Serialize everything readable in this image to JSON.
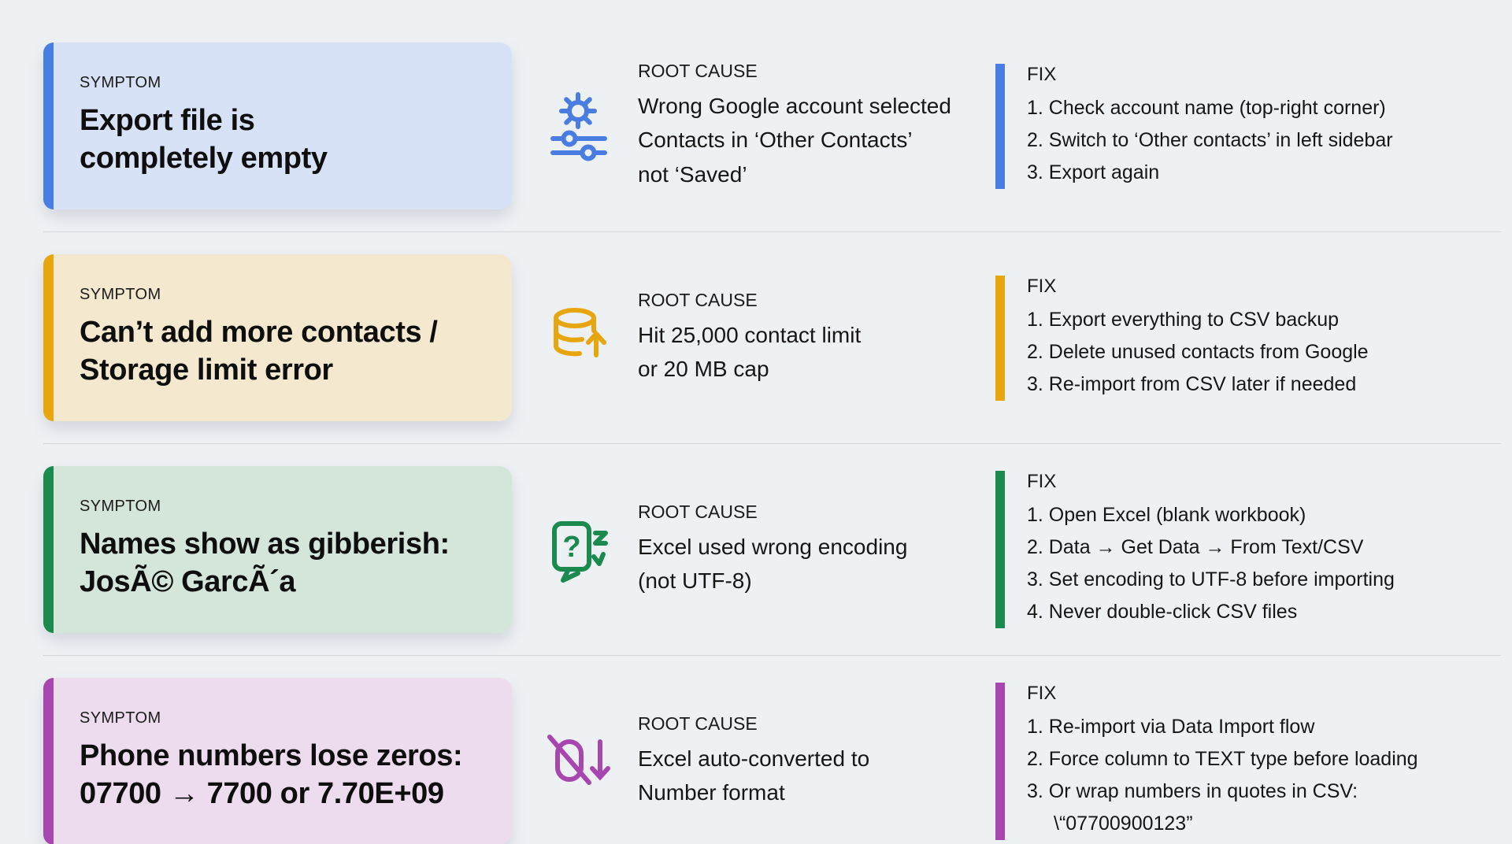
{
  "labels": {
    "symptom": "SYMPTOM",
    "root_cause": "ROOT CAUSE",
    "fix": "FIX"
  },
  "page_background": "#eef1f4",
  "rows": [
    {
      "colors": {
        "accent": "#4a7de2",
        "card_bg": "#d8e2f6"
      },
      "icon": "gear-sliders-icon",
      "symptom_lines": [
        "Export file is",
        "completely empty"
      ],
      "cause_lines": [
        "Wrong Google account selected",
        "Contacts in ‘Other Contacts’",
        "not ‘Saved’"
      ],
      "fix_lines": [
        "1. Check account name (top-right corner)",
        "2. Switch to ‘Other contacts’ in left sidebar",
        "3. Export again"
      ]
    },
    {
      "colors": {
        "accent": "#e7a50e",
        "card_bg": "#f4e9ce"
      },
      "icon": "database-limit-icon",
      "symptom_lines": [
        "Can’t add more contacts /",
        "Storage limit error"
      ],
      "cause_lines": [
        "Hit 25,000 contact limit",
        "or 20 MB cap"
      ],
      "fix_lines": [
        "1. Export everything to CSV backup",
        "2. Delete unused contacts from Google",
        "3. Re-import from CSV later if needed"
      ]
    },
    {
      "colors": {
        "accent": "#1a8a4f",
        "card_bg": "#d4e6da"
      },
      "icon": "encoding-question-icon",
      "symptom_lines": [
        "Names show as gibberish:",
        "JosÃ© GarcÃ´a"
      ],
      "cause_lines": [
        "Excel used wrong encoding",
        "(not UTF-8)"
      ],
      "fix_lines": [
        "1. Open Excel (blank workbook)",
        "2. Data → Get Data → From Text/CSV",
        "3. Set encoding to UTF-8 before importing",
        "4. Never double-click CSV files"
      ]
    },
    {
      "colors": {
        "accent": "#a846b0",
        "card_bg": "#ecdcee"
      },
      "icon": "slashed-zero-icon",
      "symptom_lines": [
        "Phone numbers lose zeros:",
        "07700 → 7700 or 7.70E+09"
      ],
      "cause_lines": [
        "Excel auto-converted to",
        "Number format"
      ],
      "fix_lines": [
        "1. Re-import via Data Import flow",
        "2. Force column to TEXT type before loading",
        "3. Or wrap numbers in quotes in CSV:"
      ],
      "fix_continuation": "\\“07700900123”"
    }
  ]
}
